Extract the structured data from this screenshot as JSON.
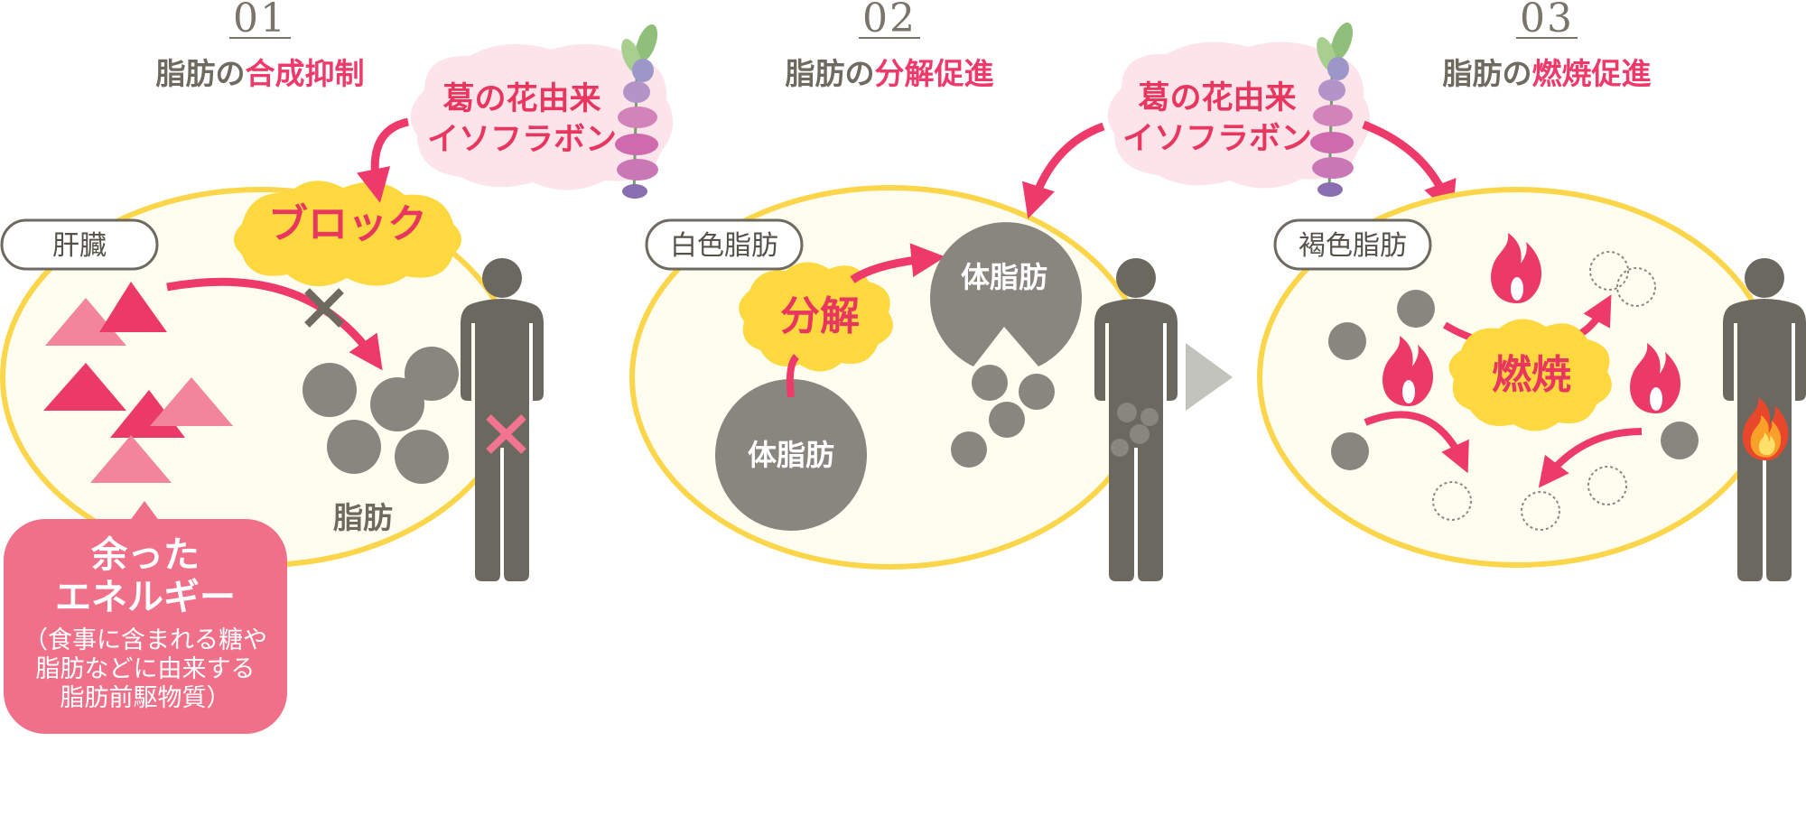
{
  "steps": [
    {
      "number": "01",
      "title_prefix": "脂肪の",
      "title_accent": "合成抑制",
      "organ_tag": "肝臓",
      "burst_label": "ブロック",
      "fat_label": "脂肪",
      "energy": {
        "line1": "余った",
        "line2": "エネルギー",
        "note1": "（食事に含まれる糖や",
        "note2": "脂肪などに由来する",
        "note3": "脂肪前駆物質）"
      }
    },
    {
      "number": "02",
      "title_prefix": "脂肪の",
      "title_accent": "分解促進",
      "organ_tag": "白色脂肪",
      "burst_label": "分解",
      "fat_large": "体脂肪",
      "fat_pac": "体脂肪"
    },
    {
      "number": "03",
      "title_prefix": "脂肪の",
      "title_accent": "燃焼促進",
      "organ_tag": "褐色脂肪",
      "burst_label": "燃焼"
    }
  ],
  "clouds": [
    {
      "line1": "葛の花由来",
      "line2": "イソフラボン"
    },
    {
      "line1": "葛の花由来",
      "line2": "イソフラボン"
    }
  ],
  "colors": {
    "accent_pink": "#ee3a6b",
    "gray_title": "#6e6a60",
    "ellipse_stroke": "#fbd54a",
    "ellipse_fill": "#fffcf0",
    "burst_yellow": "#fdd83e",
    "cloud_pink": "#fde3ea",
    "fat_gray": "#898680",
    "human_gray": "#6b685f",
    "energy_box": "#f07089"
  }
}
